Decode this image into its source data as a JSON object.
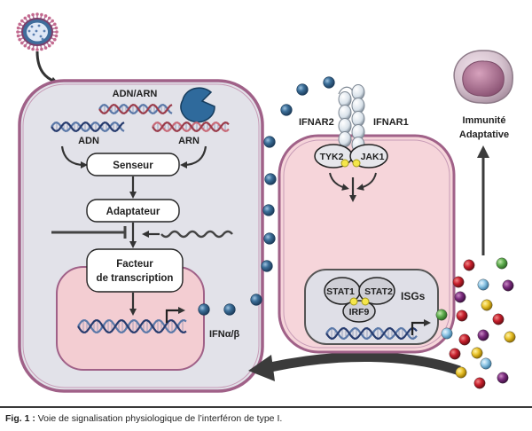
{
  "labels": {
    "adn_arn": "ADN/ARN",
    "adn": "ADN",
    "arn": "ARN",
    "senseur": "Senseur",
    "adaptateur": "Adaptateur",
    "facteur_line1": "Facteur",
    "facteur_line2": "de transcription",
    "ifn": "IFNα/β",
    "ifnar2": "IFNAR2",
    "ifnar1": "IFNAR1",
    "tyk2": "TYK2",
    "jak1": "JAK1",
    "stat1": "STAT1",
    "stat2": "STAT2",
    "irf9": "IRF9",
    "isgs": "ISGs",
    "immunite_line1": "Immunité",
    "immunite_line2": "Adaptative"
  },
  "caption": {
    "prefix": "Fig. 1 :",
    "text": " Voie de signalisation physiologique de l’interféron de type I."
  },
  "colors": {
    "cell_fill": "#e3e3ea",
    "cell_border": "#9c5f86",
    "nucleus_fill": "#f2ccd0",
    "ifn_particle": "#2f5f86",
    "dna_strand_a": "#263b6e",
    "dna_strand_b": "#5a78a8",
    "rna_strand": "#9a3b4a"
  }
}
